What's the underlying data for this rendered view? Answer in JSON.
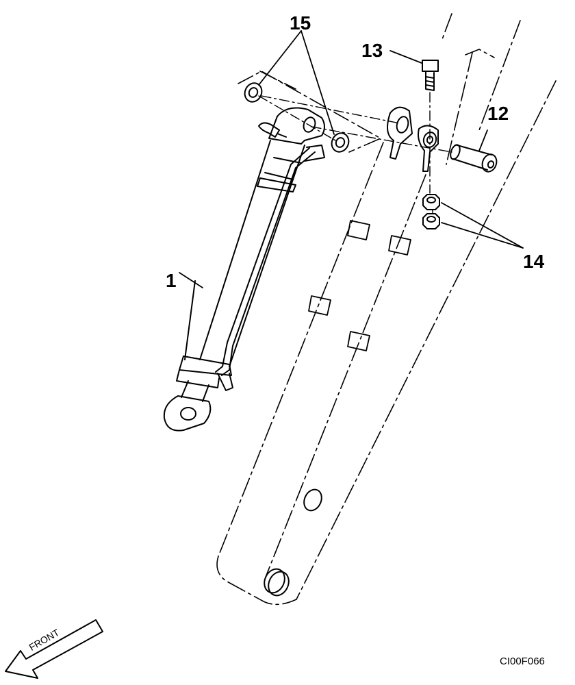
{
  "callouts": {
    "p1": "1",
    "p12": "12",
    "p13": "13",
    "p14": "14",
    "p15": "15"
  },
  "front_arrow_label": "FRONT",
  "figure_code": "CI00F066",
  "colors": {
    "ink": "#000000",
    "paper": "#ffffff"
  }
}
